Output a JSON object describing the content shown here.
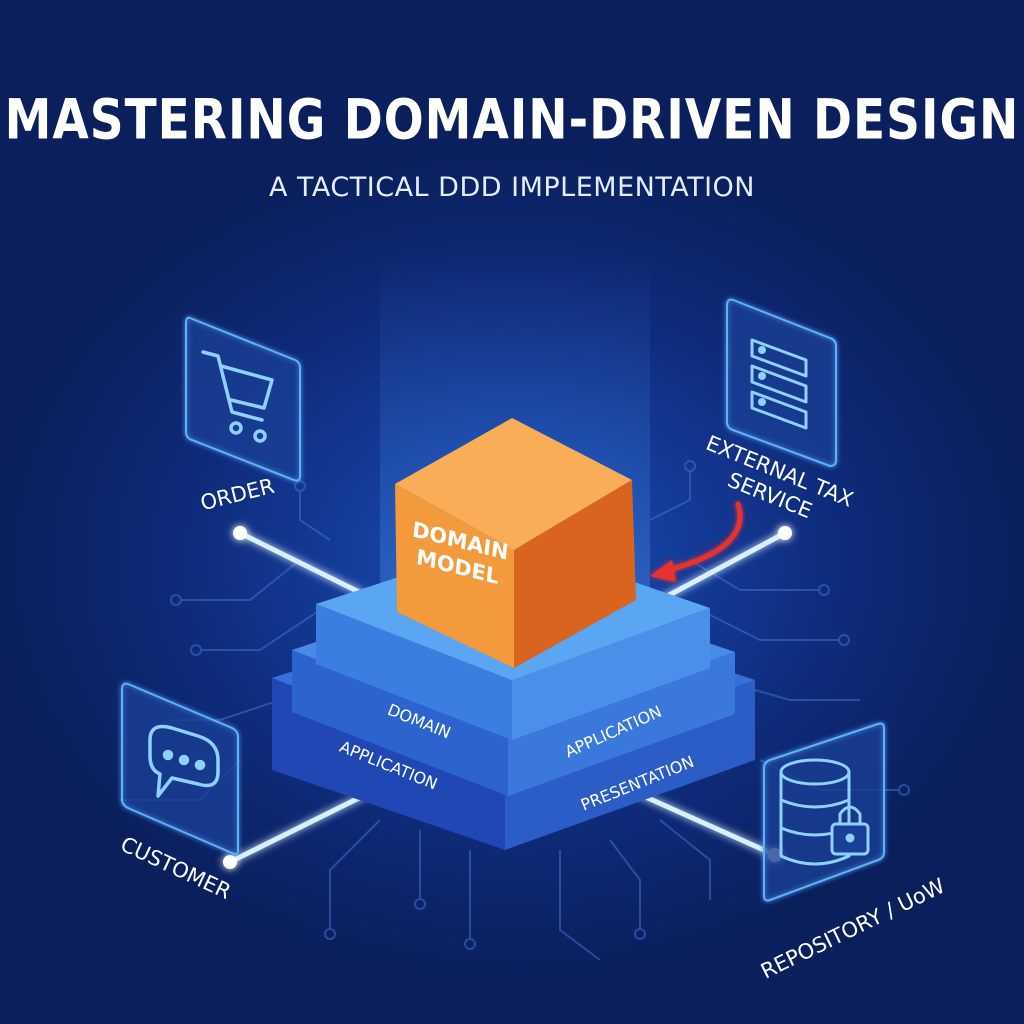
{
  "header": {
    "title": "MASTERING DOMAIN-DRIVEN DESIGN",
    "subtitle": "A TACTICAL DDD IMPLEMENTATION"
  },
  "core": {
    "cube_label_line1": "DOMAIN",
    "cube_label_line2": "MODEL",
    "layers": {
      "domain": "DOMAIN",
      "application_right": "APPLICATION",
      "application_left": "APPLICATION",
      "presentation": "PRESENTATION"
    }
  },
  "satellites": {
    "order": {
      "label": "ORDER",
      "icon": "shopping-cart-icon"
    },
    "external_tax": {
      "label_line1": "EXTERNAL TAX",
      "label_line2": "SERVICE",
      "icon": "server-rack-icon"
    },
    "customer": {
      "label": "CUSTOMER",
      "icon": "chat-bubble-icon"
    },
    "repository": {
      "label": "REPOSITORY / UoW",
      "icon": "database-lock-icon"
    }
  },
  "colors": {
    "background": "#0d2466",
    "cube_front": "#f39a3c",
    "cube_side": "#d9641f",
    "cube_top": "#f8aa52",
    "layer_light": "#3a86e0",
    "layer_dark": "#1f4fb8",
    "glow_line": "#bfe4ff",
    "arrow": "#e8332e"
  }
}
